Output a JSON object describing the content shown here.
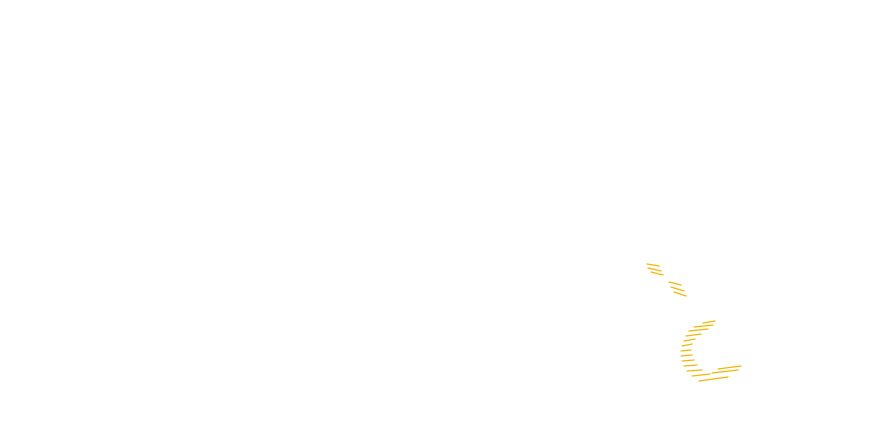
{
  "background_color": "#ffffff",
  "accent_color": "#f2b705",
  "elements": [
    {
      "kind": "hatched-dash-marks",
      "count": 2
    },
    {
      "kind": "hatched-crescent-mark"
    }
  ]
}
